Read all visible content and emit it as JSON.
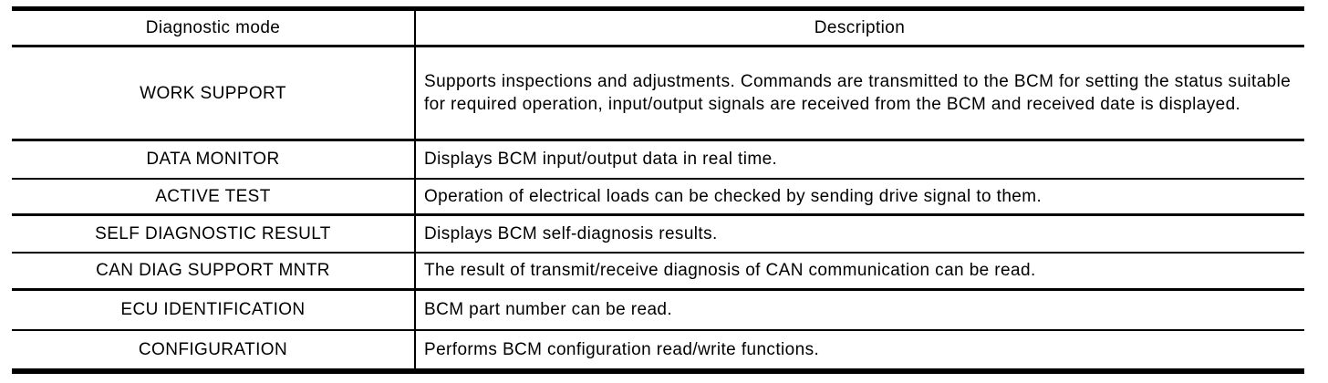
{
  "table": {
    "columns": [
      {
        "label": "Diagnostic mode"
      },
      {
        "label": "Description"
      }
    ],
    "rows": [
      {
        "mode": "WORK SUPPORT",
        "description": "Supports inspections and adjustments. Commands are transmitted to the BCM for setting the status suitable for required operation, input/output signals are received from the BCM and received date is displayed."
      },
      {
        "mode": "DATA MONITOR",
        "description": "Displays BCM input/output data in real time."
      },
      {
        "mode": "ACTIVE TEST",
        "description": "Operation of electrical loads can be checked by sending drive signal to them."
      },
      {
        "mode": "SELF DIAGNOSTIC RESULT",
        "description": "Displays BCM self-diagnosis results."
      },
      {
        "mode": "CAN DIAG SUPPORT MNTR",
        "description": "The result of transmit/receive diagnosis of CAN communication can be read."
      },
      {
        "mode": "ECU IDENTIFICATION",
        "description": "BCM part number can be read."
      },
      {
        "mode": "CONFIGURATION",
        "description": "Performs BCM configuration read/write functions."
      }
    ],
    "colors": {
      "border": "#000000",
      "text": "#000000",
      "background": "#ffffff"
    }
  }
}
